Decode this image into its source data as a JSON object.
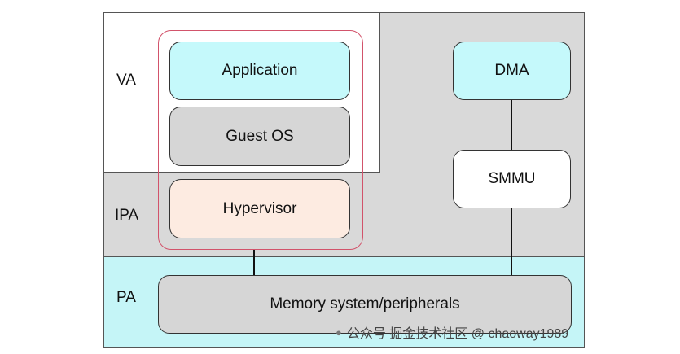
{
  "labels": {
    "va": "VA",
    "ipa": "IPA",
    "pa": "PA"
  },
  "boxes": {
    "application": "Application",
    "guest_os": "Guest OS",
    "hypervisor": "Hypervisor",
    "dma": "DMA",
    "smmu": "SMMU",
    "memory": "Memory system/peripherals"
  },
  "watermark": {
    "text": "公众号 掘金技术社区 @ chaoway1989",
    "icon": "wechat-icon"
  },
  "colors": {
    "cyan": "#c5f9fb",
    "gray": "#d9d9d9",
    "peach": "#fdebe1",
    "group_border": "#d2536b"
  }
}
